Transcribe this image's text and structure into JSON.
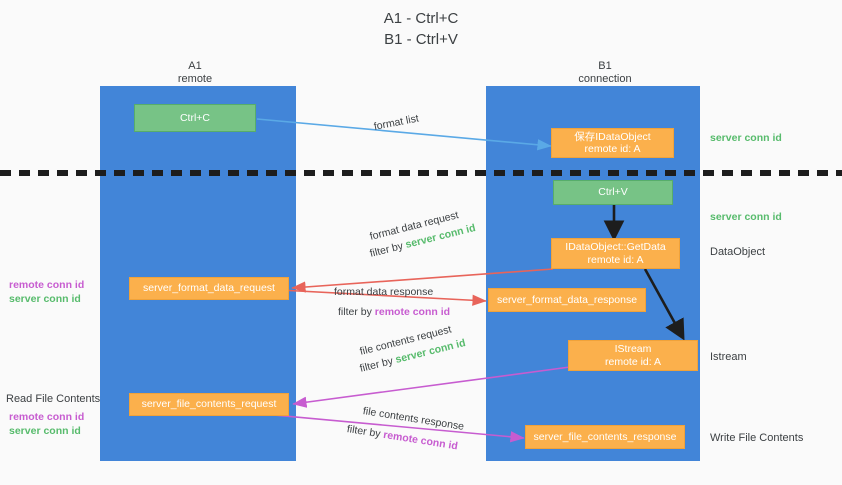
{
  "title": {
    "line1": "A1 - Ctrl+C",
    "line2": "B1 - Ctrl+V"
  },
  "colors": {
    "lane": "#4285d8",
    "green_box": "#77c386",
    "orange_box": "#fbb04c",
    "server_conn_id": "#57bb6c",
    "remote_conn_id": "#c75cd0",
    "arrow_blue": "#5aa9e6",
    "arrow_red": "#e8645a",
    "arrow_magenta": "#c75cd0",
    "arrow_dark": "#1d1d1d",
    "text": "#3c4043",
    "background": "#fafafa"
  },
  "columns": [
    {
      "id": "a1",
      "title": "A1",
      "subtitle": "remote"
    },
    {
      "id": "b1",
      "title": "B1",
      "subtitle": "connection"
    }
  ],
  "boxes": {
    "ctrl_c": {
      "line1": "Ctrl+C",
      "line2": ""
    },
    "set_data_object": {
      "line1": "保存IDataObject",
      "line2": "remote id: A"
    },
    "ctrl_v": {
      "line1": "Ctrl+V",
      "line2": ""
    },
    "get_data": {
      "line1": "IDataObject::GetData",
      "line2": "remote id: A"
    },
    "istream": {
      "line1": "IStream",
      "line2": "remote id: A"
    },
    "fmt_req": {
      "line1": "server_format_data_request",
      "line2": ""
    },
    "fmt_resp": {
      "line1": "server_format_data_response",
      "line2": ""
    },
    "file_req": {
      "line1": "server_file_contents_request",
      "line2": ""
    },
    "file_resp": {
      "line1": "server_file_contents_response",
      "line2": ""
    }
  },
  "edge_labels": {
    "format_list": "format list",
    "fmt_req_l1": "format data request",
    "fmt_req_l2_prefix": "filter by ",
    "fmt_req_l2_key": "server conn id",
    "fmt_resp_l1": "format data response",
    "fmt_resp_l2_prefix": "filter by ",
    "fmt_resp_l2_key": "remote conn id",
    "file_req_l1": "file contents request",
    "file_req_l2_prefix": "filter by ",
    "file_req_l2_key": "server conn id",
    "file_resp_l1": "file contents response",
    "file_resp_l2_prefix": "filter by ",
    "file_resp_l2_key": "remote conn id"
  },
  "right_labels": {
    "server_conn_id_top": "server conn id",
    "server_conn_id_mid": "server conn id",
    "data_object": "DataObject",
    "istream": "Istream",
    "write_file_contents": "Write File Contents"
  },
  "left_labels": {
    "remote_conn_id_1": "remote conn id",
    "server_conn_id_1": "server conn id",
    "read_file_contents": "Read File Contents",
    "remote_conn_id_2": "remote conn id",
    "server_conn_id_2": "server conn id"
  }
}
